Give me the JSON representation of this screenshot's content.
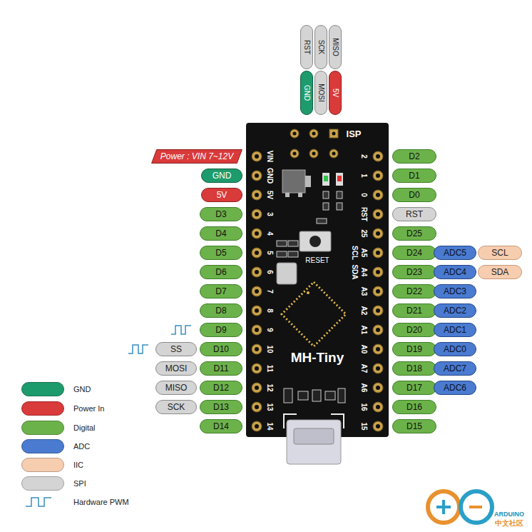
{
  "diagram": {
    "nodes": [
      {
        "text": [
          "RST"
        ]
      },
      {
        "text": [
          "SCK"
        ]
      },
      {
        "text": [
          "MISO"
        ]
      },
      {
        "text": [
          "GND"
        ]
      },
      {
        "text": [
          "MOSI"
        ]
      },
      {
        "text": [
          "5V"
        ]
      },
      {
        "text": [
          "MH-Tiny"
        ]
      },
      {
        "text": [
          "Power : VIN 7~12V"
        ]
      },
      {
        "text": [
          "D2"
        ]
      },
      {
        "text": [
          "GND"
        ]
      },
      {
        "text": [
          "D1"
        ]
      },
      {
        "text": [
          "5V"
        ]
      },
      {
        "text": [
          "D0"
        ]
      },
      {
        "text": [
          "D3"
        ]
      },
      {
        "text": [
          "RST"
        ]
      },
      {
        "text": [
          "D4"
        ]
      },
      {
        "text": [
          "D25"
        ]
      },
      {
        "text": [
          "D5"
        ]
      },
      {
        "text": [
          "D24"
        ]
      },
      {
        "text": [
          "ADC5"
        ]
      },
      {
        "text": [
          "SCL"
        ]
      },
      {
        "text": [
          "D6"
        ]
      },
      {
        "text": [
          "D23"
        ]
      },
      {
        "text": [
          "ADC4"
        ]
      },
      {
        "text": [
          "SDA"
        ]
      },
      {
        "text": [
          "D7"
        ]
      },
      {
        "text": [
          "D22"
        ]
      },
      {
        "text": [
          "ADC3"
        ]
      },
      {
        "text": [
          "D8"
        ]
      },
      {
        "text": [
          "D21"
        ]
      },
      {
        "text": [
          "ADC2"
        ]
      },
      {
        "text": [
          "D9"
        ]
      },
      {
        "text": [
          "D20"
        ]
      },
      {
        "text": [
          "ADC1"
        ]
      },
      {
        "text": [
          "SS"
        ]
      },
      {
        "text": [
          "D10"
        ]
      },
      {
        "text": [
          "D19"
        ]
      },
      {
        "text": [
          "ADC0"
        ]
      },
      {
        "text": [
          "MOSI"
        ]
      },
      {
        "text": [
          "D11"
        ]
      },
      {
        "text": [
          "D18"
        ]
      },
      {
        "text": [
          "ADC7"
        ]
      },
      {
        "text": [
          "MISO"
        ]
      },
      {
        "text": [
          "D12"
        ]
      },
      {
        "text": [
          "D17"
        ]
      },
      {
        "text": [
          "ADC6"
        ]
      },
      {
        "text": [
          "SCK"
        ]
      },
      {
        "text": [
          "D13"
        ]
      },
      {
        "text": [
          "D16"
        ]
      },
      {
        "text": [
          "D14"
        ]
      },
      {
        "text": [
          "D15"
        ]
      }
    ],
    "labels": [
      "VIN",
      "GND",
      "5V",
      "3",
      "4",
      "5",
      "6",
      "7",
      "8",
      "9",
      "10",
      "11",
      "12",
      "13",
      "14",
      "2",
      "1",
      "0",
      "RST",
      "25",
      "A5",
      "A4",
      "A3",
      "A2",
      "A1",
      "A0",
      "A7",
      "A6",
      "16",
      "15",
      "SCL",
      "SDA",
      "ISP",
      "RESET",
      "ARDUINO",
      "中文社区"
    ],
    "legend": [
      {
        "text": "GND",
        "color": "#1d9b6c"
      },
      {
        "text": "Power In",
        "color": "#d93a3a"
      },
      {
        "text": "Digital",
        "color": "#6cb24a"
      },
      {
        "text": "ADC",
        "color": "#4a7bd0"
      },
      {
        "text": "IIC",
        "color": "#f7cdb0"
      },
      {
        "text": "SPI",
        "color": "#d4d4d4"
      },
      {
        "text": "Hardware PWM"
      }
    ]
  }
}
